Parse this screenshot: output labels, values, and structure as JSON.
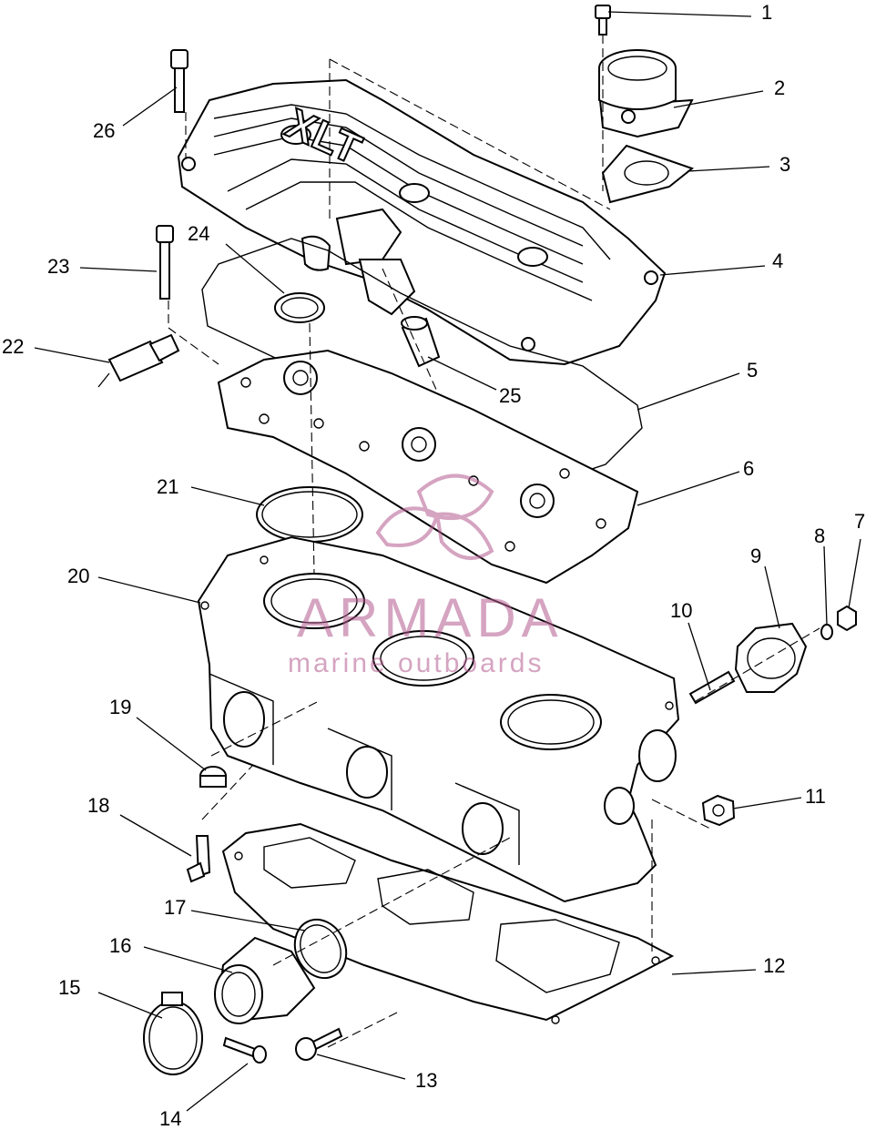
{
  "callouts": [
    {
      "id": "c1",
      "text": "1"
    },
    {
      "id": "c2",
      "text": "2"
    },
    {
      "id": "c3",
      "text": "3"
    },
    {
      "id": "c4",
      "text": "4"
    },
    {
      "id": "c5",
      "text": "5"
    },
    {
      "id": "c6",
      "text": "6"
    },
    {
      "id": "c7",
      "text": "7"
    },
    {
      "id": "c8",
      "text": "8"
    },
    {
      "id": "c9",
      "text": "9"
    },
    {
      "id": "c10",
      "text": "10"
    },
    {
      "id": "c11",
      "text": "11"
    },
    {
      "id": "c12",
      "text": "12"
    },
    {
      "id": "c13",
      "text": "13"
    },
    {
      "id": "c14",
      "text": "14"
    },
    {
      "id": "c15",
      "text": "15"
    },
    {
      "id": "c16",
      "text": "16"
    },
    {
      "id": "c17",
      "text": "17"
    },
    {
      "id": "c18",
      "text": "18"
    },
    {
      "id": "c19",
      "text": "19"
    },
    {
      "id": "c20",
      "text": "20"
    },
    {
      "id": "c21",
      "text": "21"
    },
    {
      "id": "c22",
      "text": "22"
    },
    {
      "id": "c23",
      "text": "23"
    },
    {
      "id": "c24",
      "text": "24"
    },
    {
      "id": "c25",
      "text": "25"
    },
    {
      "id": "c26",
      "text": "26"
    }
  ],
  "cover_lettering": "XLT",
  "watermark": {
    "brand": "ARMADA",
    "tagline": "marine outboards",
    "color": "#b35a8f"
  }
}
